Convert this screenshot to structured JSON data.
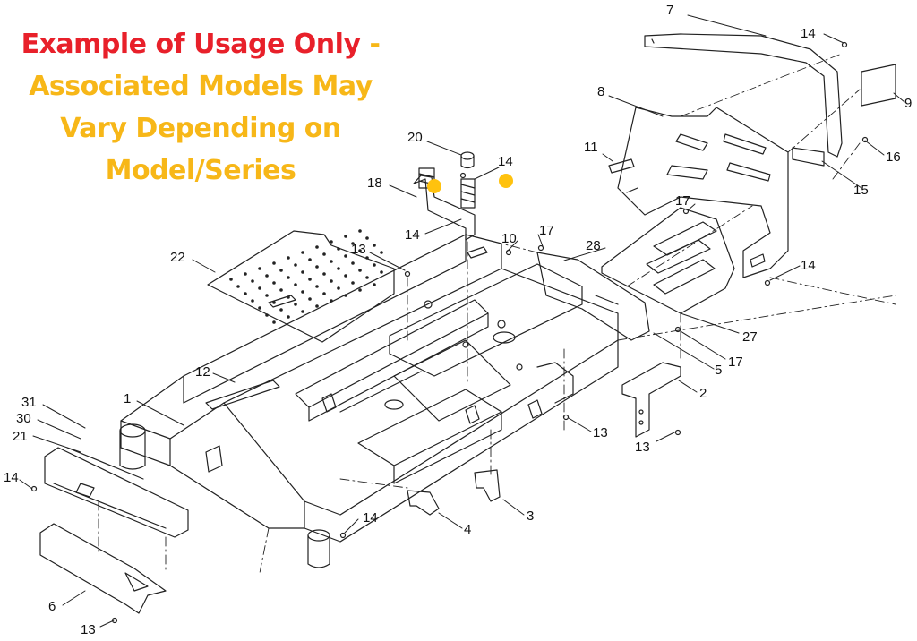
{
  "notice": {
    "line1_red": "Example of Usage Only",
    "line1_dash": " -",
    "line2": "Associated Models May",
    "line3": "Vary Depending on",
    "line4": "Model/Series"
  },
  "colors": {
    "notice_red": "#e8202a",
    "notice_amber": "#f7b718",
    "highlight_dot": "#ffc20e",
    "line": "#222222"
  },
  "callouts": [
    {
      "id": "c1",
      "text": "1"
    },
    {
      "id": "c2",
      "text": "2"
    },
    {
      "id": "c3",
      "text": "3"
    },
    {
      "id": "c4",
      "text": "4"
    },
    {
      "id": "c5",
      "text": "5"
    },
    {
      "id": "c6",
      "text": "6"
    },
    {
      "id": "c7",
      "text": "7"
    },
    {
      "id": "c8",
      "text": "8"
    },
    {
      "id": "c9",
      "text": "9"
    },
    {
      "id": "c10",
      "text": "10"
    },
    {
      "id": "c11",
      "text": "11"
    },
    {
      "id": "c12",
      "text": "12"
    },
    {
      "id": "c13a",
      "text": "13"
    },
    {
      "id": "c13b",
      "text": "13"
    },
    {
      "id": "c13c",
      "text": "13"
    },
    {
      "id": "c13d",
      "text": "13"
    },
    {
      "id": "c14a",
      "text": "14"
    },
    {
      "id": "c14b",
      "text": "14"
    },
    {
      "id": "c14c",
      "text": "14"
    },
    {
      "id": "c14d",
      "text": "14"
    },
    {
      "id": "c14e",
      "text": "14"
    },
    {
      "id": "c14f",
      "text": "14"
    },
    {
      "id": "c15",
      "text": "15"
    },
    {
      "id": "c16",
      "text": "16"
    },
    {
      "id": "c17a",
      "text": "17"
    },
    {
      "id": "c17b",
      "text": "17"
    },
    {
      "id": "c17c",
      "text": "17"
    },
    {
      "id": "c18",
      "text": "18"
    },
    {
      "id": "c20",
      "text": "20"
    },
    {
      "id": "c21",
      "text": "21"
    },
    {
      "id": "c22",
      "text": "22"
    },
    {
      "id": "c27",
      "text": "27"
    },
    {
      "id": "c28",
      "text": "28"
    },
    {
      "id": "c30",
      "text": "30"
    },
    {
      "id": "c31",
      "text": "31"
    }
  ]
}
